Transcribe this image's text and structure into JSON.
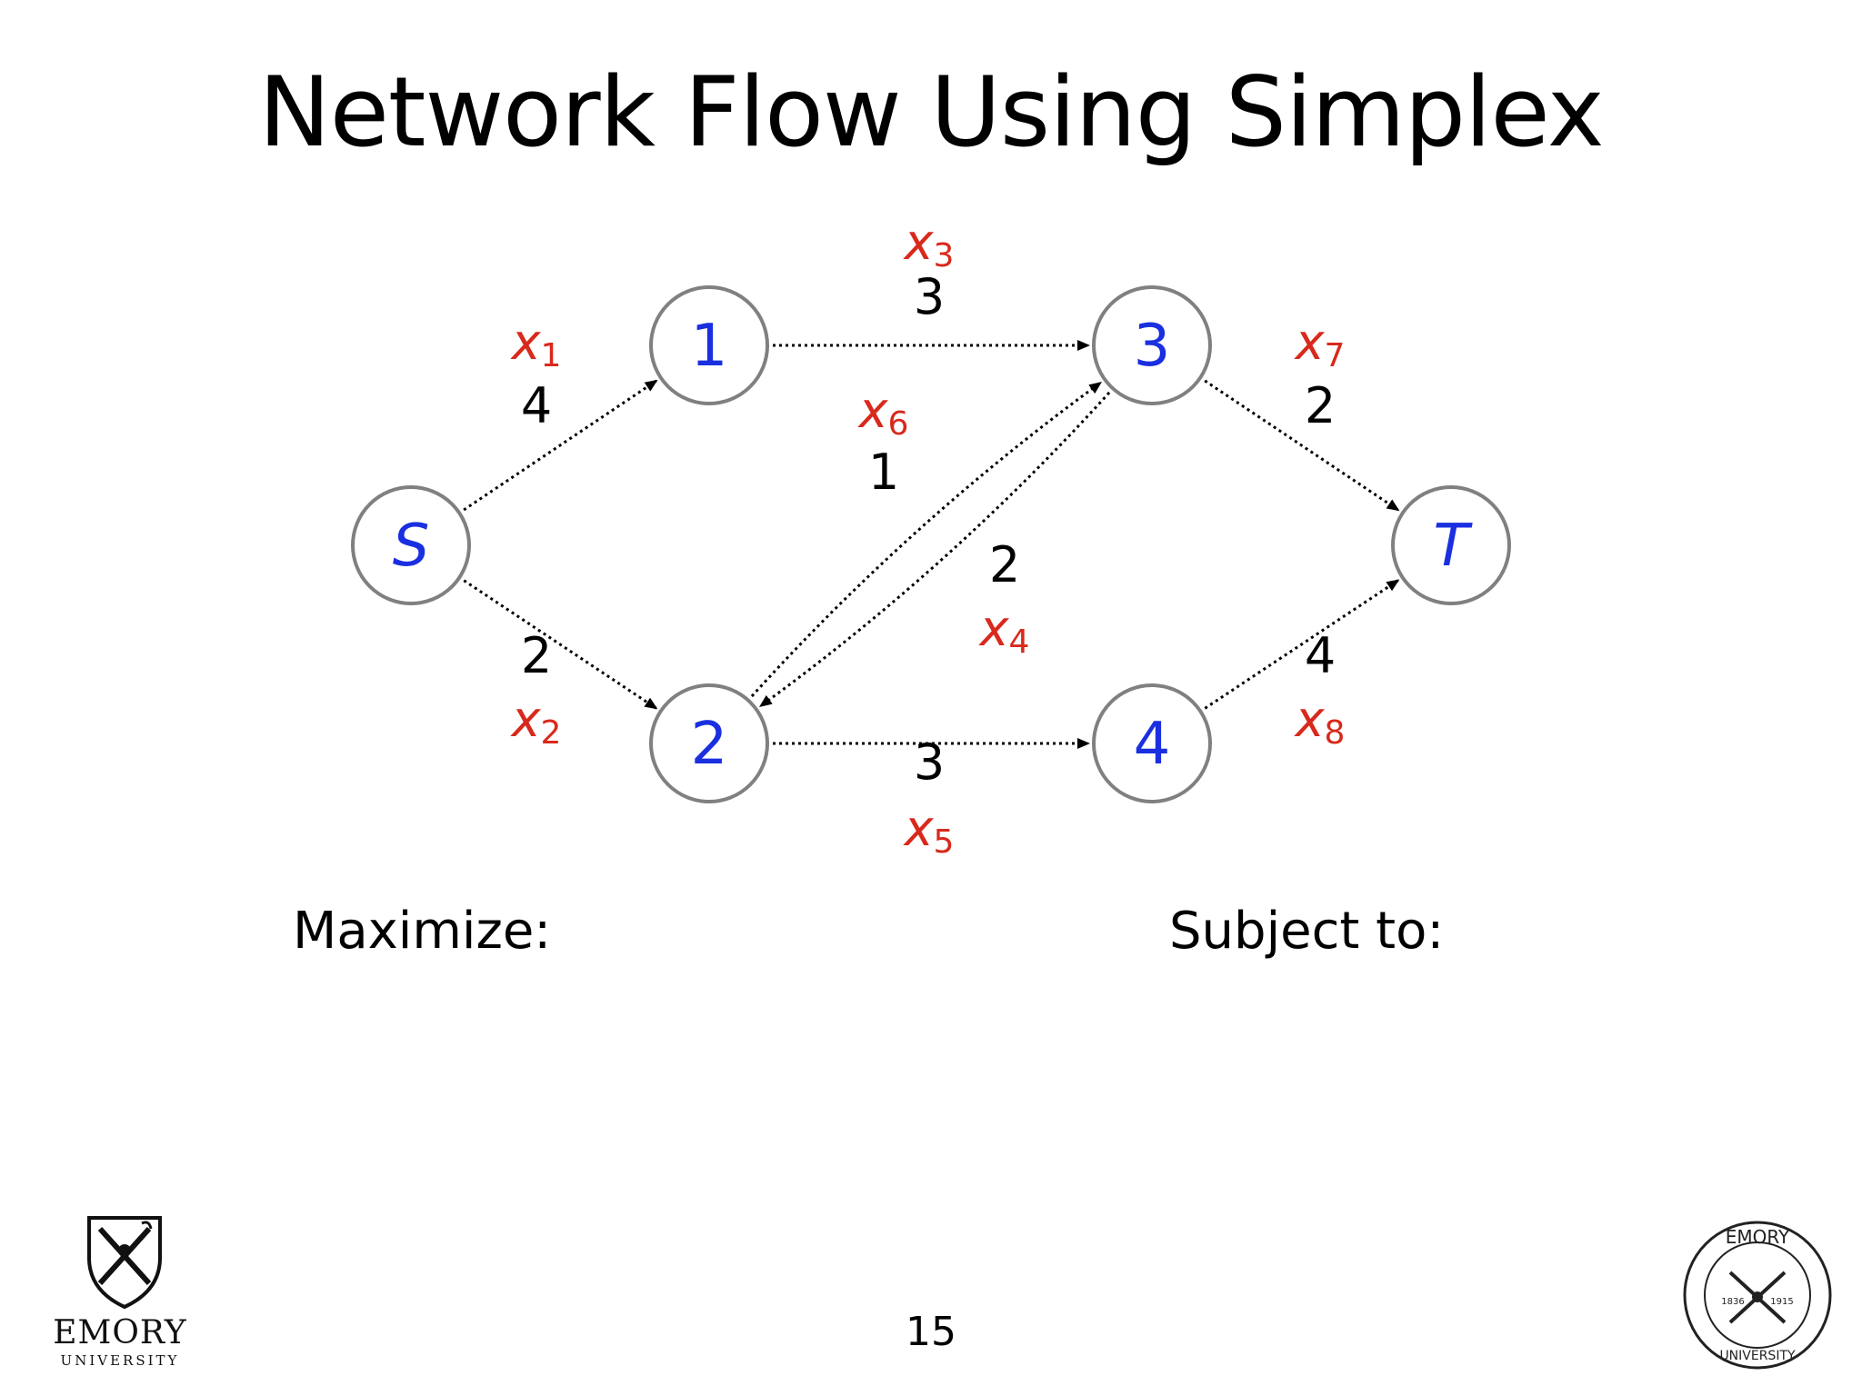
{
  "slide": {
    "title": "Network Flow Using Simplex",
    "maximize_label": "Maximize:",
    "subject_to_label": "Subject to:",
    "page_number": "15"
  },
  "graph": {
    "nodes": [
      {
        "id": "S",
        "label": "S",
        "italic": true
      },
      {
        "id": "1",
        "label": "1",
        "italic": false
      },
      {
        "id": "2",
        "label": "2",
        "italic": false
      },
      {
        "id": "3",
        "label": "3",
        "italic": false
      },
      {
        "id": "4",
        "label": "4",
        "italic": false
      },
      {
        "id": "T",
        "label": "T",
        "italic": true
      }
    ],
    "edges": [
      {
        "from": "S",
        "to": "1",
        "capacity": "4",
        "variable": "x",
        "subscript": "1"
      },
      {
        "from": "S",
        "to": "2",
        "capacity": "2",
        "variable": "x",
        "subscript": "2"
      },
      {
        "from": "1",
        "to": "3",
        "capacity": "3",
        "variable": "x",
        "subscript": "3"
      },
      {
        "from": "2",
        "to": "3",
        "capacity": "2",
        "variable": "x",
        "subscript": "4"
      },
      {
        "from": "2",
        "to": "4",
        "capacity": "3",
        "variable": "x",
        "subscript": "5"
      },
      {
        "from": "3",
        "to": "2",
        "capacity": "1",
        "variable": "x",
        "subscript": "6"
      },
      {
        "from": "3",
        "to": "T",
        "capacity": "2",
        "variable": "x",
        "subscript": "7"
      },
      {
        "from": "4",
        "to": "T",
        "capacity": "4",
        "variable": "x",
        "subscript": "8"
      }
    ]
  },
  "logos": {
    "left_wordmark": "EMORY",
    "left_subtext": "UNIVERSITY",
    "seal_top_text": "EMORY",
    "seal_bottom_text": "UNIVERSITY",
    "seal_year_left": "1836",
    "seal_year_right": "1915"
  },
  "colors": {
    "node_label": "#1a2fe0",
    "variable": "#d8291c",
    "capacity": "#000000",
    "node_stroke": "#808080",
    "edge": "#000000"
  }
}
